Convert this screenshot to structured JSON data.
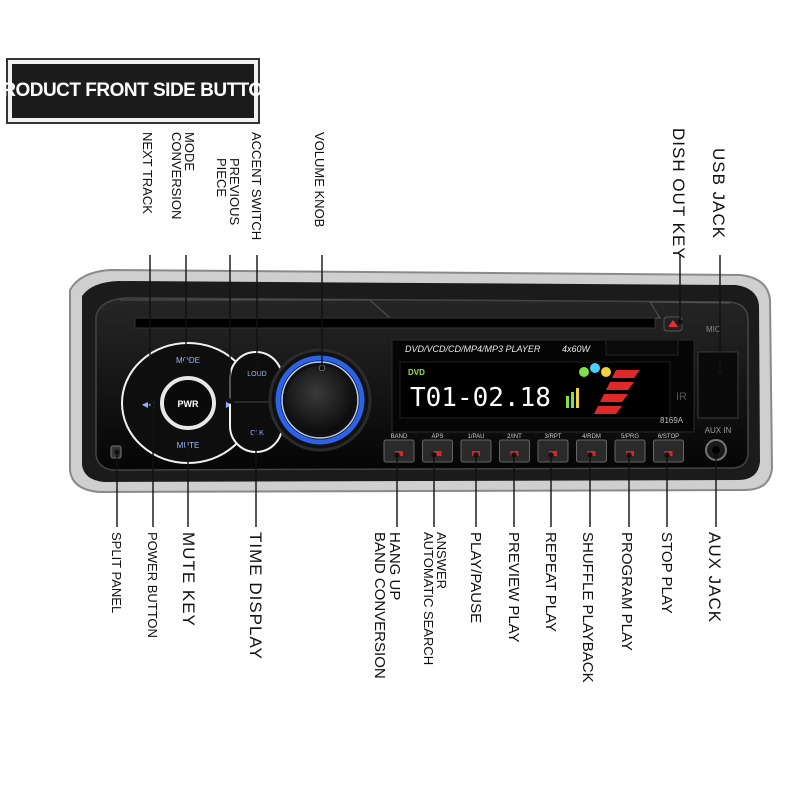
{
  "title": "PRODUCT FRONT SIDE BUTTON",
  "labels_top": {
    "next_track": "NEXT TRACK",
    "mode_conversion": "MODE\nCONVERSION",
    "previous_piece": "PREVIOUS\nPIECE",
    "accent_switch": "ACCENT SWITCH",
    "volume_knob": "VOLUME KNOB",
    "dish_out_key": "DISH OUT KEY",
    "usb_jack": "USB JACK"
  },
  "labels_bottom": {
    "split_panel": "SPLIT PANEL",
    "power_button": "POWER BUTTON",
    "mute_key": "MUTE KEY",
    "time_display": "TIME DISPLAY",
    "hang_up_band": "HANG UP\nBAND CONVERSION",
    "answer_auto_search": "ANSWER\nAUTOMATIC SEARCH",
    "play_pause": "PLAY/PAUSE",
    "preview_play": "PREVIEW PLAY",
    "repeat_play": "REPEAT PLAY",
    "shuffle_playback": "SHUFFLE PLAYBACK",
    "program_play": "PROGRAM PLAY",
    "stop_play": "STOP PLAY",
    "aux_jack": "AUX JACK"
  },
  "device": {
    "model_line": "DVD/VCD/CD/MP4/MP3 PLAYER",
    "power_rating": "4x60W",
    "model_number": "8169A",
    "display_text": "T01-02.18",
    "display_logo": "DVD",
    "mic": "MIC",
    "ir": "IR",
    "aux_in": "AUX IN",
    "btn_mode": "MODE",
    "btn_pwr": "PWR",
    "btn_mute": "MUTE",
    "btn_prev": "◀◀",
    "btn_next": "▶▶",
    "btn_loud": "LOUD",
    "btn_clk": "CLK",
    "keys": [
      "BAND",
      "APS",
      "1/PAU",
      "2/INT",
      "3/RPT",
      "4/RDM",
      "5/PRG",
      "6/STOP"
    ],
    "accent_color": "#2a6cff",
    "display_color": "#ffffff",
    "key_red": "#d8242a"
  }
}
